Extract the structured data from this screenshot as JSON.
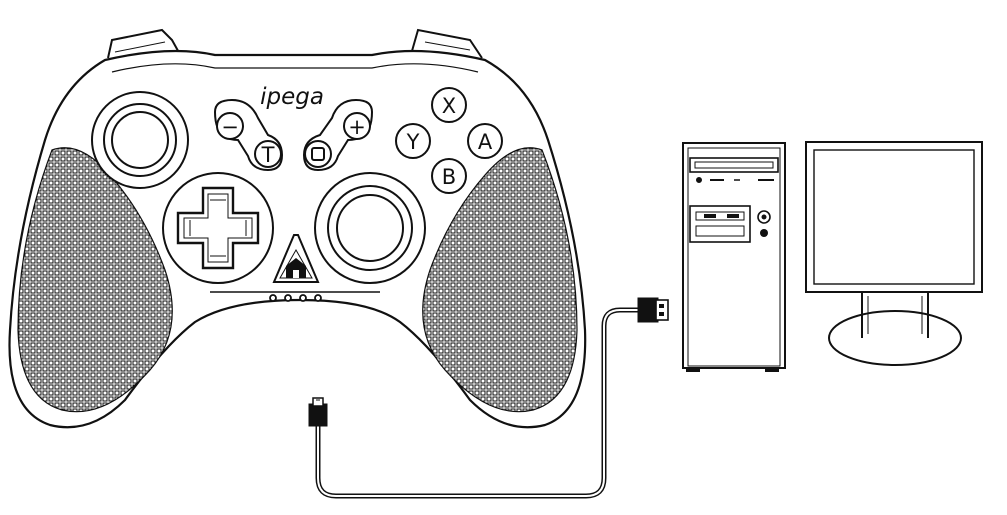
{
  "controller": {
    "brand": "ipega",
    "face_buttons": {
      "x": "X",
      "y": "Y",
      "a": "A",
      "b": "B"
    },
    "minus_label": "−",
    "plus_label": "+",
    "turbo_label": "T",
    "player_leds": 4
  },
  "colors": {
    "line": "#111111",
    "background": "#ffffff"
  },
  "icons": {
    "home": "home-icon",
    "capture": "square-icon",
    "usb": "usb-plug-icon",
    "micro_usb": "micro-usb-plug-icon"
  }
}
